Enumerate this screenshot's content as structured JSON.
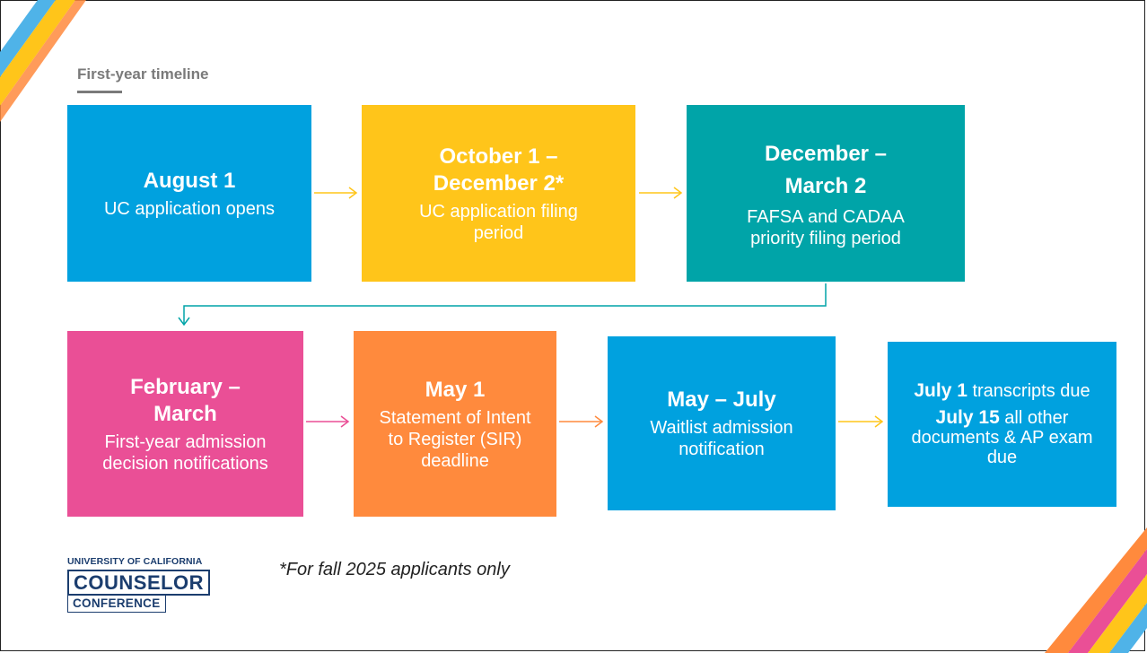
{
  "heading": "First-year timeline",
  "colors": {
    "blue": "#00a1df",
    "yellow": "#ffc51a",
    "teal": "#00a4a8",
    "pink": "#ea4f96",
    "orange": "#ff8a3d",
    "heading_gray": "#7a7a7a",
    "logo_navy": "#1b3d6e"
  },
  "row1": [
    {
      "title": "August 1",
      "desc": "UC application opens"
    },
    {
      "title_l1": "October 1 –",
      "title_l2": "December 2*",
      "desc": "UC application filing period"
    },
    {
      "title_l1": "December –",
      "title_l2": "March 2",
      "desc": "FAFSA and CADAA priority filing period"
    }
  ],
  "row2": [
    {
      "title_l1": "February –",
      "title_l2": "March",
      "desc": "First-year admission decision notifications"
    },
    {
      "title": "May 1",
      "desc": "Statement of Intent to Register (SIR) deadline"
    },
    {
      "title": "May – July",
      "desc": "Waitlist admission notification"
    },
    {
      "date1": "July 1",
      "text1": " transcripts due",
      "date2": "July 15",
      "text2": " all other documents & AP exam due"
    }
  ],
  "footnote": "*For fall 2025 applicants only",
  "logo": {
    "line1": "UNIVERSITY OF CALIFORNIA",
    "line2": "COUNSELOR",
    "line3": "CONFERENCE"
  }
}
